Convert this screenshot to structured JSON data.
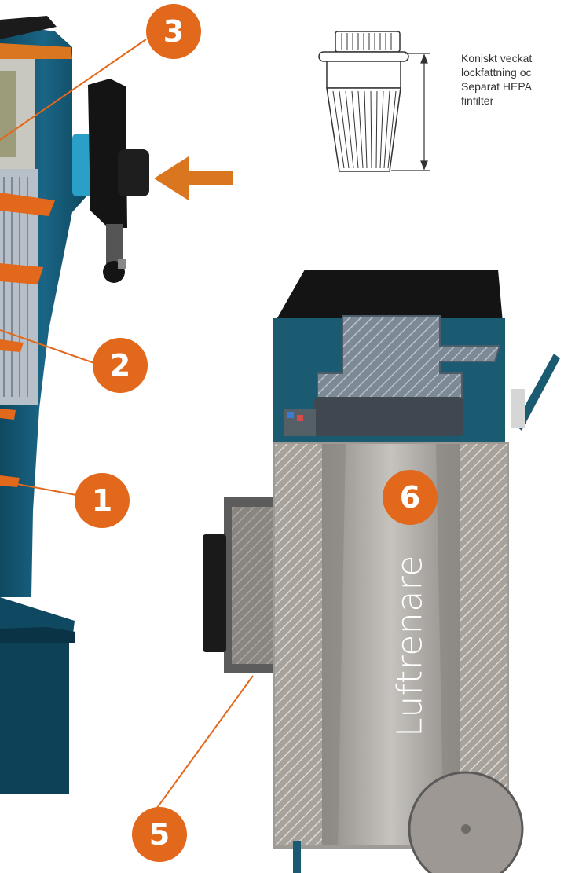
{
  "callouts": [
    "3",
    "2",
    "1",
    "6",
    "5"
  ],
  "filter_description": {
    "lines": [
      "Koniskt veckat",
      "lockfattning oc",
      "Separat HEPA",
      "finfilter"
    ]
  },
  "purifier_label": "Luftrenare",
  "colors": {
    "callout": "#e2681c",
    "cyclone_body": "#145a76",
    "housing_teal": "#1b5b72",
    "steel_grey": "#a9a6a1",
    "black": "#141414"
  }
}
